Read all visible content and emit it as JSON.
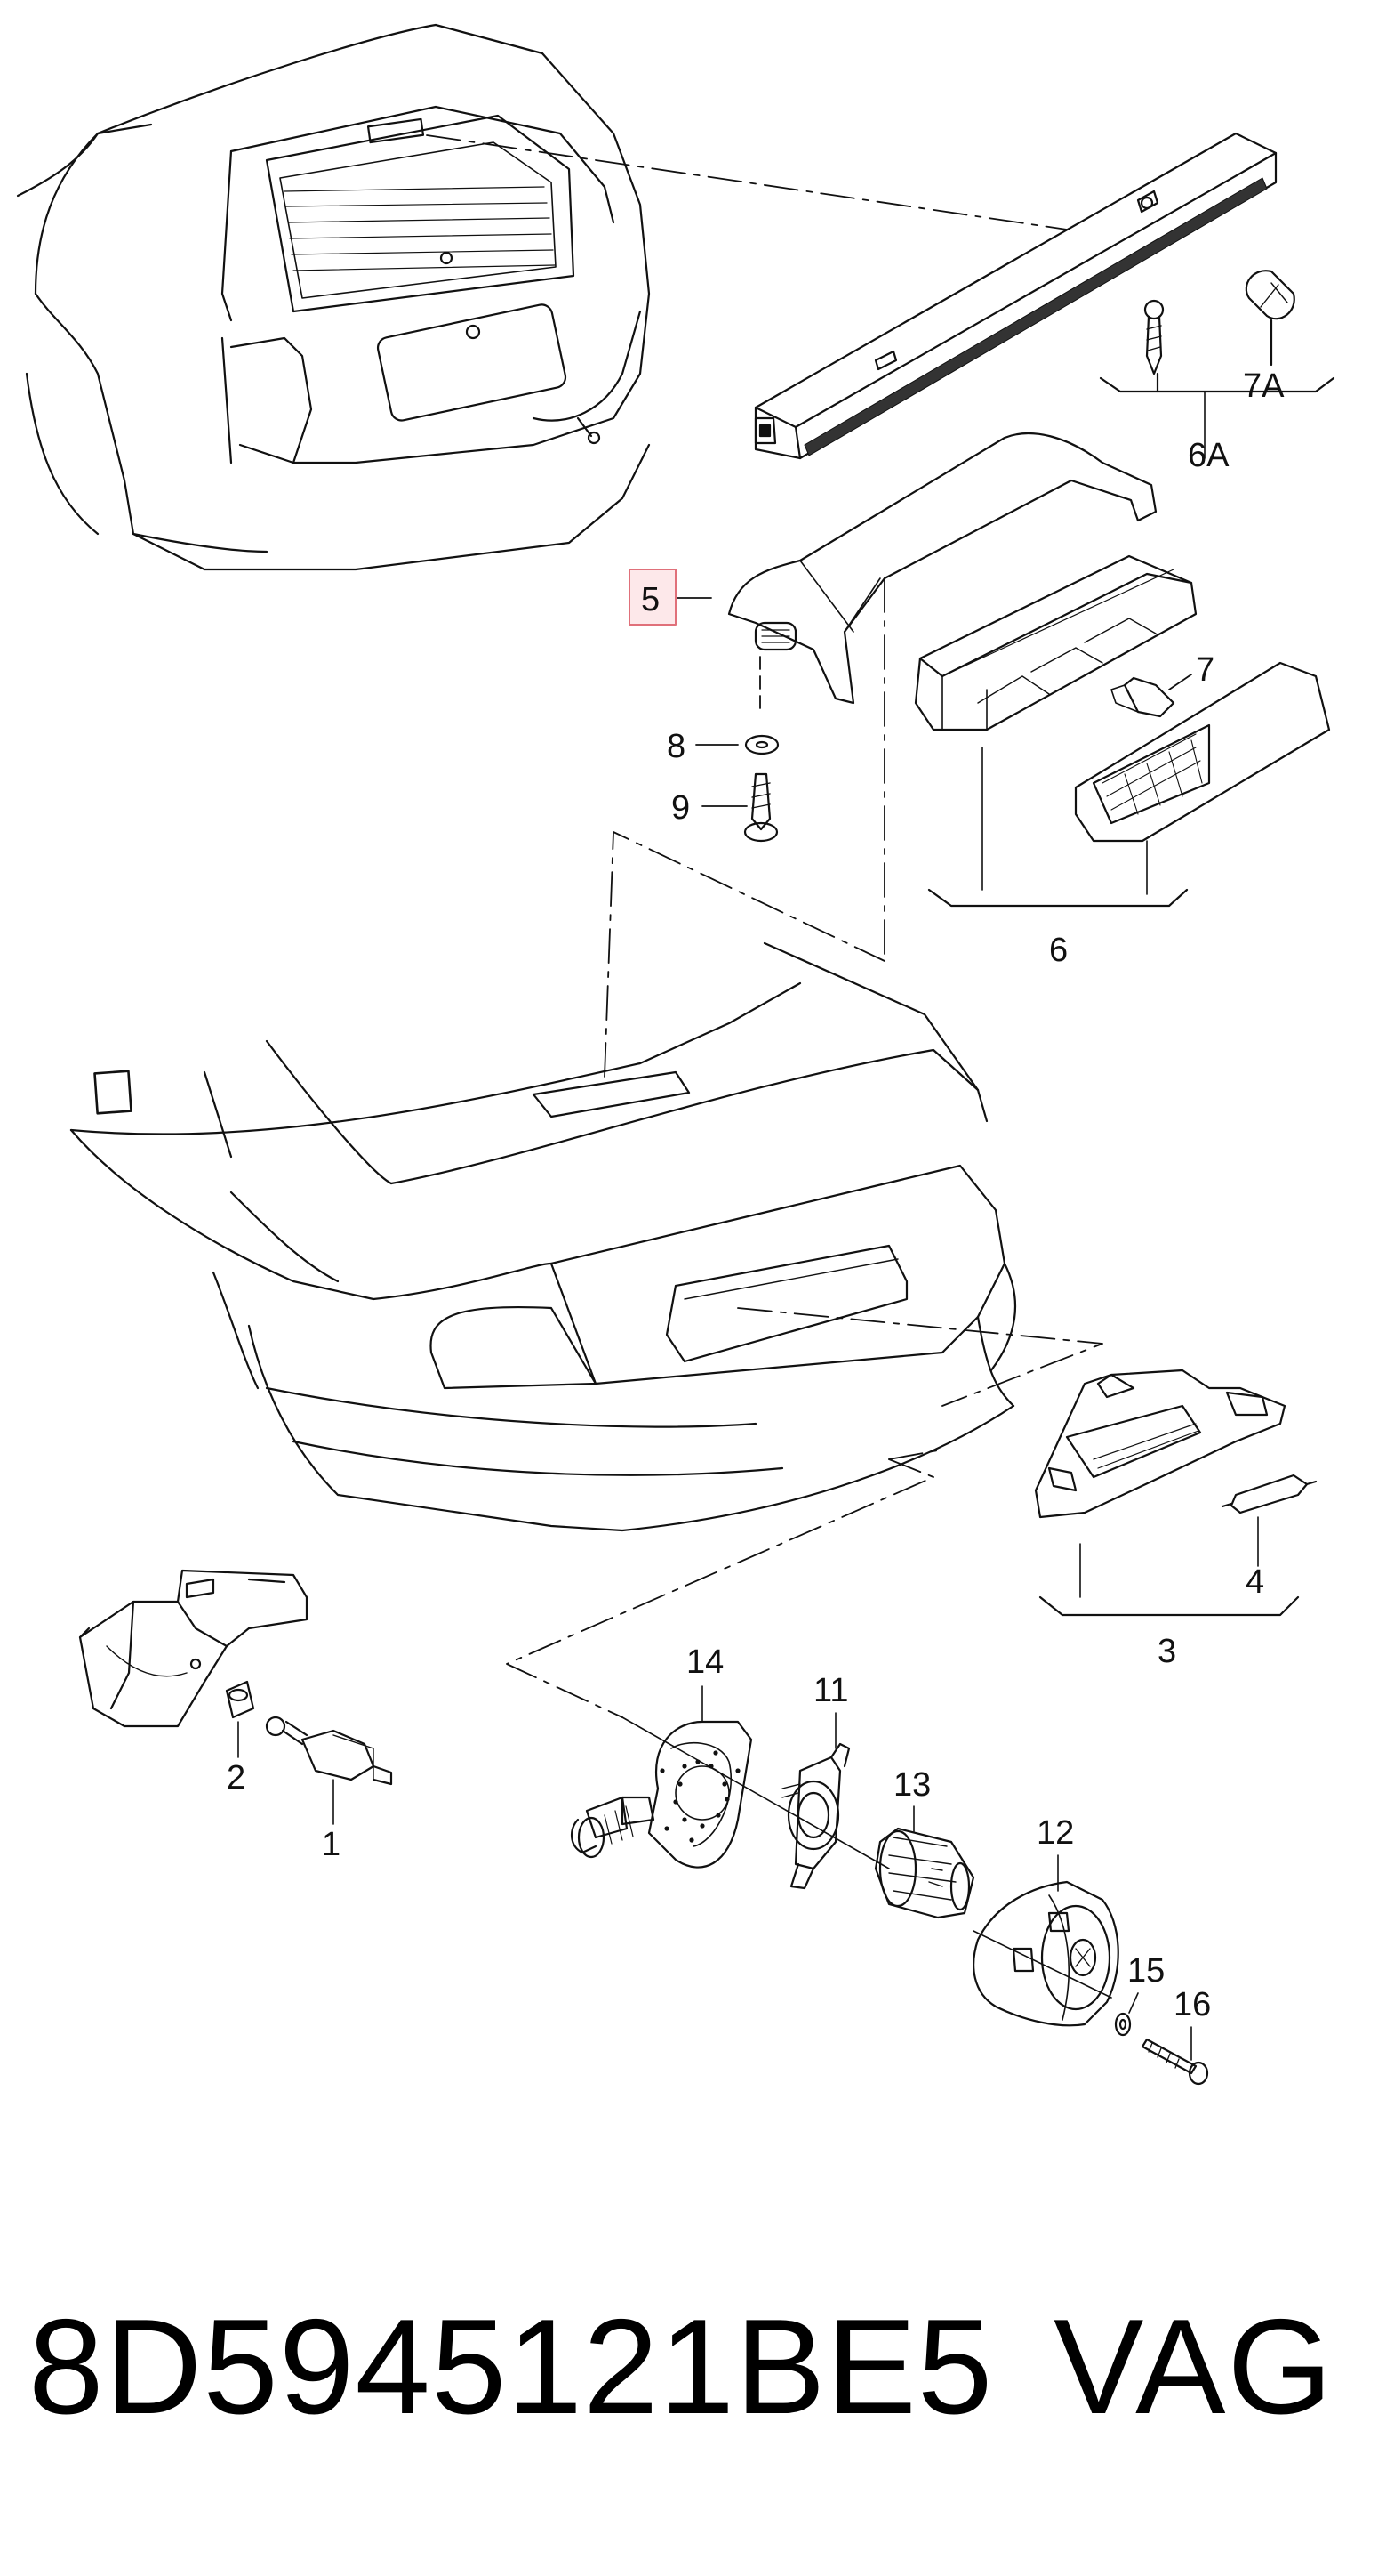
{
  "diagram": {
    "callouts": [
      {
        "id": "6A",
        "label": "6A"
      },
      {
        "id": "7A",
        "label": "7A"
      },
      {
        "id": "5",
        "label": "5",
        "highlighted": true,
        "highlight_color": "#e0707a"
      },
      {
        "id": "7",
        "label": "7"
      },
      {
        "id": "8",
        "label": "8"
      },
      {
        "id": "9",
        "label": "9"
      },
      {
        "id": "6",
        "label": "6"
      },
      {
        "id": "4",
        "label": "4"
      },
      {
        "id": "3",
        "label": "3"
      },
      {
        "id": "2",
        "label": "2"
      },
      {
        "id": "1",
        "label": "1"
      },
      {
        "id": "14",
        "label": "14"
      },
      {
        "id": "11",
        "label": "11"
      },
      {
        "id": "13",
        "label": "13"
      },
      {
        "id": "12",
        "label": "12"
      },
      {
        "id": "15",
        "label": "15"
      },
      {
        "id": "16",
        "label": "16"
      }
    ]
  },
  "footer": {
    "part_number": "8D5945121BE5",
    "brand": "VAG"
  },
  "colors": {
    "line": "#111111",
    "highlight": "#e0707a",
    "background": "#ffffff"
  }
}
